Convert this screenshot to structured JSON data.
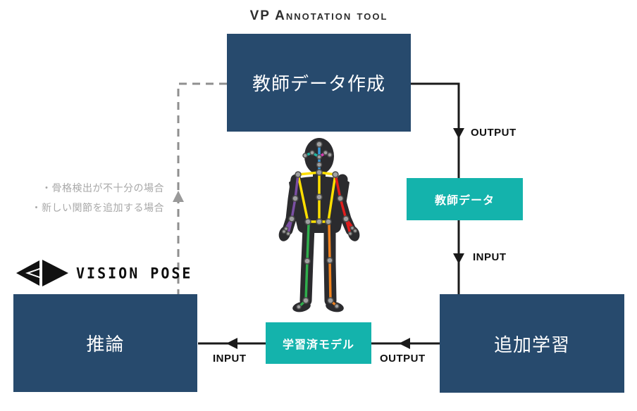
{
  "title": "VP Annotation tool",
  "colors": {
    "navy": "#274a6d",
    "teal": "#14b3ac",
    "line": "#1a1a1a",
    "dashed_line": "#8f8f8f",
    "muted_text": "#a8a8a8"
  },
  "nodes": {
    "teacher_data_creation": {
      "label": "教師データ作成"
    },
    "teacher_data": {
      "label": "教師データ"
    },
    "additional_training": {
      "label": "追加学習"
    },
    "trained_model": {
      "label": "学習済モデル"
    },
    "inference": {
      "label": "推論"
    }
  },
  "flow_labels": {
    "output_top": "OUTPUT",
    "input_right": "INPUT",
    "output_bottom": "OUTPUT",
    "input_bottom": "INPUT"
  },
  "notes": {
    "line1": "・骨格検出が不十分の場合",
    "line2": "・新しい関節を追加する場合"
  },
  "logo": {
    "text": "VISION POSE"
  }
}
